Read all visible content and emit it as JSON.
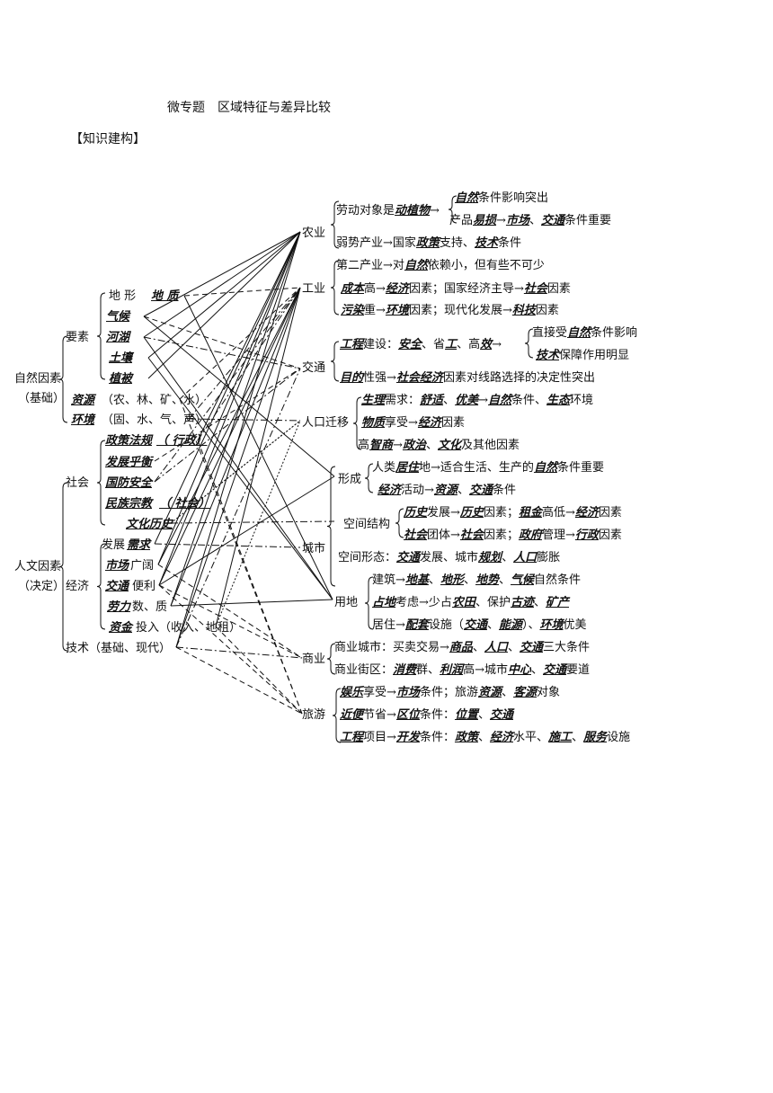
{
  "title": "微专题　区域特征与差异比较",
  "section": "【知识建构】",
  "left": {
    "natural": "自然因素",
    "natural_sub": "（基础）",
    "elements": "要素",
    "el_items": [
      "地 形",
      "地 质",
      "气候",
      "河湖",
      "土壤",
      "植被"
    ],
    "resource": "资源",
    "resource_rest": "（农、林、矿、水）",
    "environment": "环境",
    "environment_rest": "（固、水、气、声）",
    "human": "人文因素",
    "human_sub": "（决定）",
    "social": "社会",
    "social_items": [
      "政策法规",
      "（ 行政）",
      "发展乎衡",
      "国防安全",
      "民族宗教",
      "（ 社会）",
      "文化历史"
    ],
    "economy": "经济",
    "econ_items": [
      "发展",
      "需求",
      "市场",
      "广阔",
      "交通",
      "便利",
      "劳力",
      "数、质",
      "资金",
      "投入（收入、地租）"
    ],
    "tech": "技术（基础、现代）"
  },
  "middle": [
    "农业",
    "工业",
    "交通",
    "人口迁移",
    "城市",
    "商业",
    "旅游"
  ],
  "agri": {
    "l1a": "劳动对象是",
    "l1b": "动植物",
    "l1c": "→",
    "l2a": "自然",
    "l2b": "条件影响突出",
    "l3a": "产品",
    "l3b": "易损",
    "l3c": "→",
    "l3d": "市场",
    "l3e": "、",
    "l3f": "交通",
    "l3g": "条件重要",
    "l4a": "弱势产业→国家",
    "l4b": "政策",
    "l4c": "支持、",
    "l4d": "技术",
    "l4e": "条件"
  },
  "industry": {
    "l1a": "第二产业→对",
    "l1b": "自然",
    "l1c": "依赖小，但有些不可少",
    "l2a": "成本",
    "l2b": "高→",
    "l2c": "经济",
    "l2d": "因素；国家经济主导→",
    "l2e": "社会",
    "l2f": "因素",
    "l3a": "污染",
    "l3b": "重→",
    "l3c": "环境",
    "l3d": "因素；现代化发展→",
    "l3e": "科技",
    "l3f": "因素"
  },
  "transport": {
    "l1a": "工程",
    "l1b": "建设：",
    "l1c": "安全",
    "l1d": "、省",
    "l1e": "工",
    "l1f": "、高",
    "l1g": "效",
    "l1h": "→",
    "l2a": "直接受",
    "l2b": "自然",
    "l2c": "条件影响",
    "l3a": "技术",
    "l3b": "保障作用明显",
    "l4a": "目的",
    "l4b": "性强→",
    "l4c": "社会经济",
    "l4d": "因素对线路选择的决定性突出"
  },
  "migration": {
    "l1a": "生理",
    "l1b": "需求：",
    "l1c": "舒适",
    "l1d": "、",
    "l1e": "优美",
    "l1f": "→",
    "l1g": "自然",
    "l1h": "条件、",
    "l1i": "生态",
    "l1j": "环境",
    "l2a": "物质",
    "l2b": "享受→",
    "l2c": "经济",
    "l2d": "因素",
    "l3a": "高",
    "l3b": "智商",
    "l3c": "→",
    "l3d": "政治",
    "l3e": "、",
    "l3f": "文化",
    "l3g": "及其他因素"
  },
  "city": {
    "form": "形成",
    "struct": "空间结构",
    "shape_label": "空间形态：",
    "land": "用地",
    "f1a": "人类",
    "f1b": "居住",
    "f1c": "地→适合生活、生产的",
    "f1d": "自然",
    "f1e": "条件重要",
    "f2a": "经济",
    "f2b": "活动→",
    "f2c": "资源",
    "f2d": "、",
    "f2e": "交通",
    "f2f": "条件",
    "s1a": "历史",
    "s1b": "发展→",
    "s1c": "历史",
    "s1d": "因素；",
    "s1e": "租金",
    "s1f": "高低→",
    "s1g": "经济",
    "s1h": "因素",
    "s2a": "社会",
    "s2b": "团体→",
    "s2c": "社会",
    "s2d": "因素；",
    "s2e": "政府",
    "s2f": "管理→",
    "s2g": "行政",
    "s2h": "因素",
    "p1a": "交通",
    "p1b": "发展、城市",
    "p1c": "规划",
    "p1d": "、",
    "p1e": "人口",
    "p1f": "膨胀",
    "d1a": "建筑→",
    "d1b": "地基",
    "d1c": "、",
    "d1d": "地形",
    "d1e": "、",
    "d1f": "地势",
    "d1g": "、",
    "d1h": "气候",
    "d1i": "自然条件",
    "d2a": "占地",
    "d2b": "考虑→少占",
    "d2c": "农田",
    "d2d": "、保护",
    "d2e": "古迹",
    "d2f": "、",
    "d2g": "矿产",
    "d3a": "居住→",
    "d3b": "配套",
    "d3c": "设施（",
    "d3d": "交通",
    "d3e": "、",
    "d3f": "能源",
    "d3g": "）、",
    "d3h": "环境",
    "d3i": "优美"
  },
  "commerce": {
    "c1a": "商业城市：买卖交易→",
    "c1b": "商品",
    "c1c": "、",
    "c1d": "人口",
    "c1e": "、",
    "c1f": "交通",
    "c1g": "三大条件",
    "c2a": "商业街区：",
    "c2b": "消费",
    "c2c": "群、",
    "c2d": "利润",
    "c2e": "高→城市",
    "c2f": "中心",
    "c2g": "、",
    "c2h": "交通",
    "c2i": "要道"
  },
  "tourism": {
    "t1a": "娱乐",
    "t1b": "享受→",
    "t1c": "市场",
    "t1d": "条件；旅游",
    "t1e": "资源",
    "t1f": "、",
    "t1g": "客源",
    "t1h": "对象",
    "t2a": "近便",
    "t2b": "节省→",
    "t2c": "区位",
    "t2d": "条件：",
    "t2e": "位置",
    "t2f": "、",
    "t2g": "交通",
    "t3a": "工程",
    "t3b": "项目→",
    "t3c": "开发",
    "t3d": "条件：",
    "t3e": "政策",
    "t3f": "、",
    "t3g": "经济",
    "t3h": "水平、",
    "t3i": "施工",
    "t3j": "、",
    "t3k": "服务",
    "t3l": "设施"
  }
}
